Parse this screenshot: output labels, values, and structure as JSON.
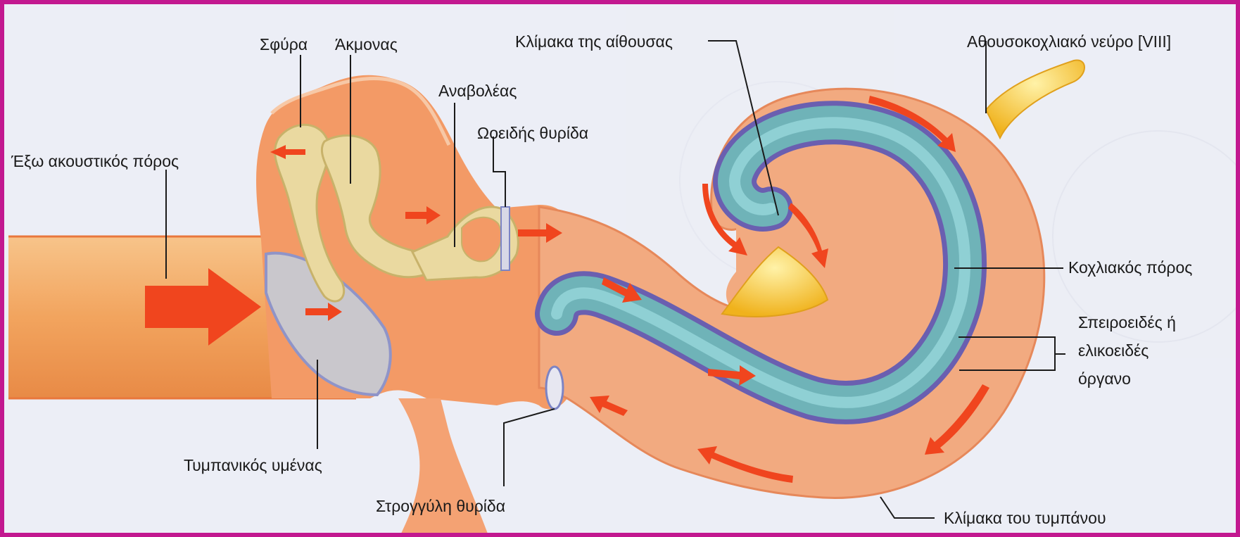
{
  "labels": {
    "hammer": "Σφύρα",
    "anvil": "Άκμονας",
    "stirrup": "Αναβολέας",
    "oval_window": "Ωοειδής θυρίδα",
    "outer_canal": "Έξω ακουστικός πόρος",
    "vestibular_scale": "Κλίμακα της αίθουσας",
    "vestibulocochlear_nerve": "Αθουσοκοχλιακό νεύρο [VIII]",
    "cochlear_duct": "Κοχλιακός πόρος",
    "spiral_organ": [
      "Σπειροειδές ή",
      "ελικοειδές",
      "όργανο"
    ],
    "tympanic_membrane": "Τυμπανικός υμένας",
    "round_window": "Στρογγύλη θυρίδα",
    "tympanic_scale": "Κλίμακα του τυμπάνου"
  },
  "colors": {
    "frame": "#c2188f",
    "tissue": "#f2aa80",
    "tissue_dark": "#e8743e",
    "bone": "#ead9a0",
    "duct": "#6fb3b8",
    "membrane": "#6a5fb0",
    "nerve": "#f5c531",
    "arrow": "#f0451e"
  }
}
